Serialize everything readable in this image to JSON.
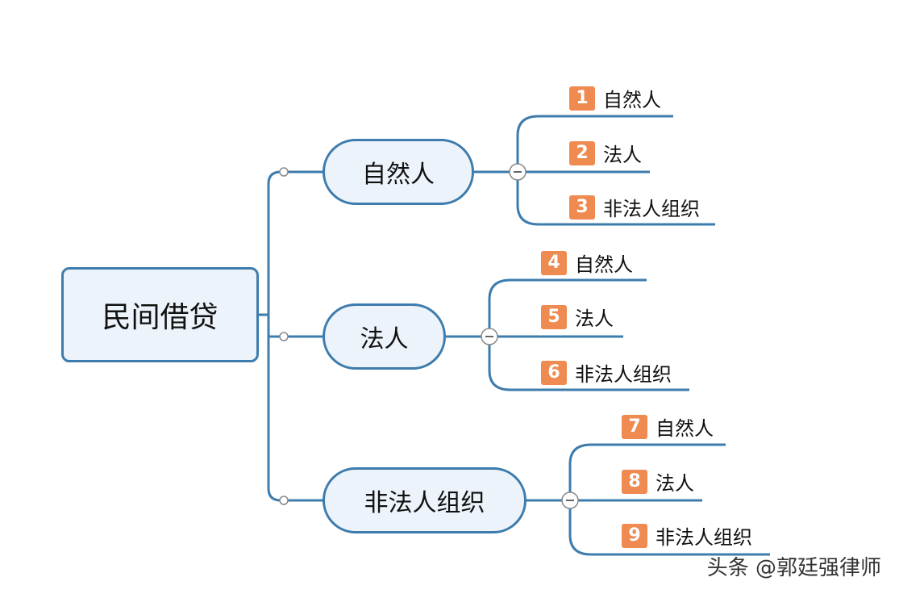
{
  "root": {
    "label": "民间借贷"
  },
  "branches": [
    {
      "label": "自然人",
      "toggle": "−",
      "children": [
        {
          "num": "1",
          "label": "自然人"
        },
        {
          "num": "2",
          "label": "法人"
        },
        {
          "num": "3",
          "label": "非法人组织"
        }
      ]
    },
    {
      "label": "法人",
      "toggle": "−",
      "children": [
        {
          "num": "4",
          "label": "自然人"
        },
        {
          "num": "5",
          "label": "法人"
        },
        {
          "num": "6",
          "label": "非法人组织"
        }
      ]
    },
    {
      "label": "非法人组织",
      "toggle": "−",
      "children": [
        {
          "num": "7",
          "label": "自然人"
        },
        {
          "num": "8",
          "label": "法人"
        },
        {
          "num": "9",
          "label": "非法人组织"
        }
      ]
    }
  ],
  "watermark": "头条 @郭廷强律师",
  "colors": {
    "line": "#3d7cad",
    "node_fill": "#ecf3fa",
    "badge": "#ef8a50"
  }
}
